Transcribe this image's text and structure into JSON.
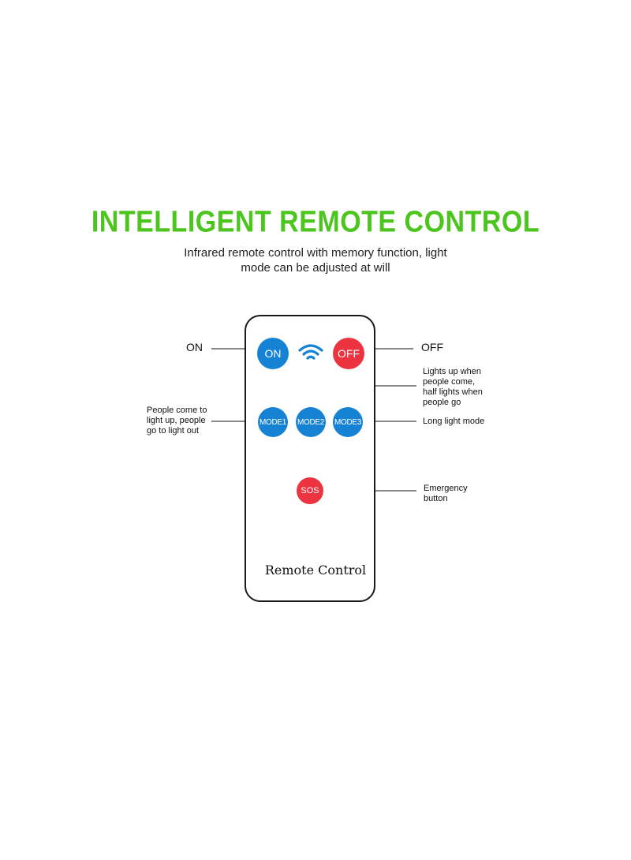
{
  "header": {
    "title": "INTELLIGENT REMOTE CONTROL",
    "subtitle_line1": "Infrared remote control with memory function, light",
    "subtitle_line2": "mode can be adjusted at will"
  },
  "remote": {
    "label": "Remote Control",
    "buttons": {
      "on": "ON",
      "off": "OFF",
      "mode1": "MODE1",
      "mode2": "MODE2",
      "mode3": "MODE3",
      "sos": "SOS"
    },
    "signal_icon": "wifi-signal-icon"
  },
  "callouts": {
    "on": "ON",
    "off": "OFF",
    "mode1": [
      "People come to",
      "light up, people",
      "go to light out"
    ],
    "mode2": [
      "Lights up when",
      "people come,",
      "half lights when",
      "people go"
    ],
    "mode3": "Long light mode",
    "sos": [
      "Emergency",
      "button"
    ]
  },
  "colors": {
    "title_green": "#4cc61e",
    "button_blue": "#1582d4",
    "button_red": "#ec3340"
  }
}
